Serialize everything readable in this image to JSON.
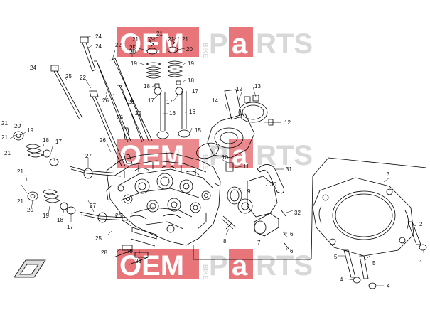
{
  "watermark": {
    "oem": "OEM",
    "bike": "BIKE",
    "p": "P",
    "a": "a",
    "rts": "RTS",
    "box_color": "#e8757a",
    "text_color": "#d8d8d8"
  },
  "callouts": [
    "1",
    "2",
    "3",
    "4",
    "4",
    "5",
    "5",
    "6",
    "6",
    "7",
    "8",
    "9",
    "10",
    "11",
    "12",
    "12",
    "13",
    "14",
    "15",
    "16",
    "16",
    "17",
    "17",
    "17",
    "17",
    "18",
    "18",
    "18",
    "18",
    "19",
    "19",
    "19",
    "19",
    "20",
    "20",
    "20",
    "20",
    "21",
    "21",
    "21",
    "21",
    "21",
    "21",
    "21",
    "21",
    "22",
    "22",
    "23",
    "23",
    "24",
    "24",
    "24",
    "24",
    "25",
    "25",
    "26",
    "26",
    "27",
    "27",
    "28",
    "29",
    "30",
    "31",
    "32"
  ]
}
